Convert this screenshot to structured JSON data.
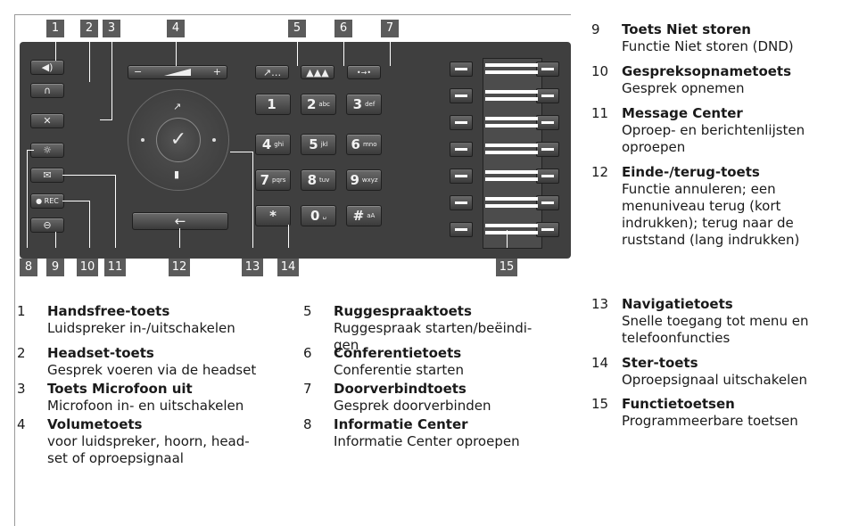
{
  "callouts": [
    "1",
    "2",
    "3",
    "4",
    "5",
    "6",
    "7",
    "8",
    "9",
    "10",
    "11",
    "12",
    "13",
    "14",
    "15"
  ],
  "keypad": [
    {
      "digit": "1",
      "letters": ""
    },
    {
      "digit": "2",
      "letters": "abc"
    },
    {
      "digit": "3",
      "letters": "def"
    },
    {
      "digit": "4",
      "letters": "ghi"
    },
    {
      "digit": "5",
      "letters": "jkl"
    },
    {
      "digit": "6",
      "letters": "mno"
    },
    {
      "digit": "7",
      "letters": "pqrs"
    },
    {
      "digit": "8",
      "letters": "tuv"
    },
    {
      "digit": "9",
      "letters": "wxyz"
    },
    {
      "digit": "*",
      "letters": ""
    },
    {
      "digit": "0",
      "letters": "␣"
    },
    {
      "digit": "#",
      "letters": "aA"
    }
  ],
  "rec_label": "● REC",
  "icons": {
    "handsfree": "speaker-icon",
    "headset": "headset-icon",
    "mute": "mute-mic-icon",
    "info": "info-center-icon",
    "message": "envelope-icon",
    "rec": "record-icon",
    "dnd": "do-not-disturb-icon",
    "back": "back-arrow-icon",
    "consult": "consult-call-icon",
    "conference": "conference-icon",
    "transfer": "transfer-icon",
    "nav_ok": "checkmark-icon",
    "nav_up": "call-icon",
    "nav_down": "phonebook-icon",
    "star": "star-icon"
  },
  "legend": [
    {
      "num": "1",
      "title": "Handsfree-toets",
      "desc": [
        "Luidspreker in-/uitschakelen"
      ]
    },
    {
      "num": "2",
      "title": "Headset-toets",
      "desc": [
        "Gesprek voeren via de headset"
      ]
    },
    {
      "num": "3",
      "title": " Toets Microfoon uit",
      "desc": [
        "Microfoon in- en uitschakelen"
      ]
    },
    {
      "num": "4",
      "title": "Volumetoets",
      "desc": [
        "voor luidspreker, hoorn, head-",
        "set of oproepsignaal"
      ]
    },
    {
      "num": "5",
      "title": "Ruggespraaktoets",
      "desc": [
        "Ruggespraak starten/beëindi-",
        "gen"
      ]
    },
    {
      "num": "6",
      "title": "Conferentietoets",
      "desc": [
        "Conferentie starten"
      ]
    },
    {
      "num": "7",
      "title": "Doorverbindtoets",
      "desc": [
        "Gesprek doorverbinden"
      ]
    },
    {
      "num": "8",
      "title": "Informatie Center",
      "desc": [
        "Informatie Center oproepen"
      ]
    },
    {
      "num": "9",
      "title": "Toets Niet storen",
      "desc": [
        "Functie Niet storen (DND)"
      ]
    },
    {
      "num": "10",
      "title": "Gespreksopnametoets",
      "desc": [
        "Gesprek opnemen"
      ]
    },
    {
      "num": "11",
      "title": "Message Center",
      "desc": [
        "Oproep- en berichtenlijsten",
        "oproepen"
      ]
    },
    {
      "num": "12",
      "title": "Einde-/terug-toets",
      "desc": [
        "Functie annuleren; een",
        "menuniveau terug (kort",
        "indrukken); terug naar de",
        "ruststand (lang indrukken)"
      ]
    },
    {
      "num": "13",
      "title": "Navigatietoets",
      "desc": [
        " Snelle toegang tot menu en",
        "telefoonfuncties"
      ]
    },
    {
      "num": "14",
      "title": "Ster-toets",
      "desc": [
        "Oproepsignaal uitschakelen"
      ]
    },
    {
      "num": "15",
      "title": "Functietoetsen",
      "desc": [
        "Programmeerbare toetsen"
      ]
    }
  ]
}
